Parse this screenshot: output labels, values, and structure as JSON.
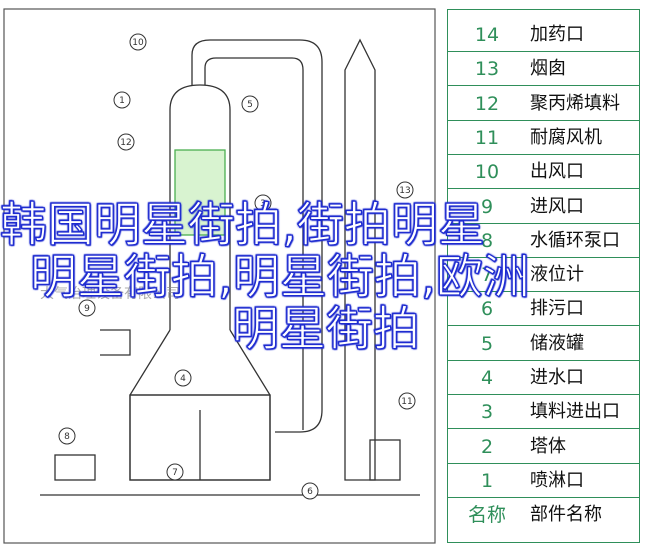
{
  "legend": {
    "rows": [
      {
        "num": "14",
        "name": "加药口"
      },
      {
        "num": "13",
        "name": "烟囱"
      },
      {
        "num": "12",
        "name": "聚丙烯填料"
      },
      {
        "num": "11",
        "name": "耐腐风机"
      },
      {
        "num": "10",
        "name": "出风口"
      },
      {
        "num": "9",
        "name": "进风口"
      },
      {
        "num": "8",
        "name": "水循环泵口"
      },
      {
        "num": "7",
        "name": "液位计"
      },
      {
        "num": "6",
        "name": "排污口"
      },
      {
        "num": "5",
        "name": "储液罐"
      },
      {
        "num": "4",
        "name": "进水口"
      },
      {
        "num": "3",
        "name": "填料进出口"
      },
      {
        "num": "2",
        "name": "塔体"
      },
      {
        "num": "1",
        "name": "喷淋口"
      },
      {
        "num": "名称",
        "name": "部件名称"
      }
    ]
  },
  "callouts": [
    "10",
    "1",
    "5",
    "12",
    "3",
    "13",
    "9",
    "4",
    "8",
    "7",
    "6",
    "11"
  ],
  "overlay": {
    "line1": "韩国明星街拍,街拍明星",
    "line2": "明星街拍,明星街拍,欧洲",
    "line3": "明星街拍"
  },
  "watermark": "大气治理设备有限公司"
}
